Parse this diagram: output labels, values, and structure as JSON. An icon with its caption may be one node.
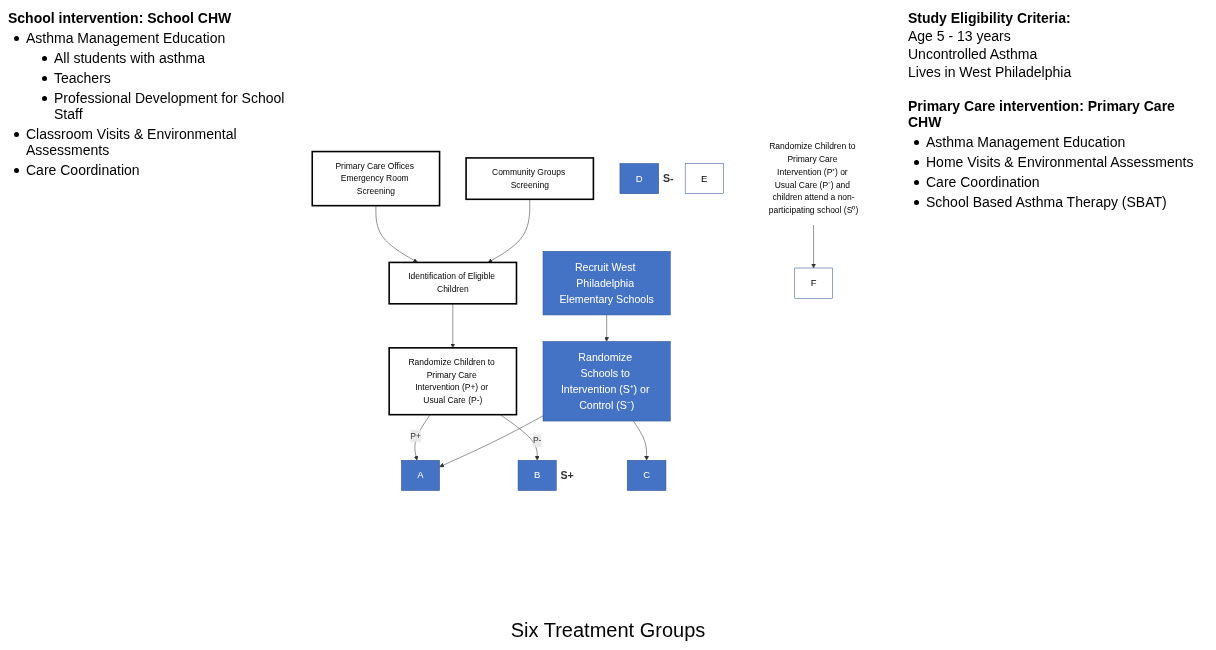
{
  "diagram": {
    "caption": "Six Treatment Groups",
    "nodes": [
      {
        "text": [
          "Primary Care Offices Emergency Room Screening"
        ]
      },
      {
        "text": [
          "Community Groups Screening"
        ]
      },
      {
        "text": [
          "Identification of Eligible Children"
        ]
      },
      {
        "text": [
          "Randomize Children to Primary Care Intervention (P+) or Usual Care (P-)"
        ]
      },
      {
        "text": [
          "Recruit West Philadelphia Elementary Schools"
        ]
      },
      {
        "text": [
          "Randomize Schools to Intervention (S⁺) or Control (S⁻)"
        ]
      },
      {
        "text": [
          "A"
        ]
      },
      {
        "text": [
          "B"
        ],
        "beside": [
          "S+"
        ]
      },
      {
        "text": [
          "C"
        ]
      },
      {
        "text": [
          "D"
        ],
        "beside": [
          "S-"
        ]
      },
      {
        "text": [
          "E"
        ]
      },
      {
        "text": [
          "F"
        ]
      },
      {
        "text": [
          "Randomize Children to Primary Care Intervention (P⁺) or Usual Care (P⁻) and children attend a non-participating school (S⁰)"
        ]
      }
    ],
    "edges": [
      {
        "from": 0,
        "to": 2,
        "arrow": "to"
      },
      {
        "from": 1,
        "to": 2,
        "arrow": "to"
      },
      {
        "from": 2,
        "to": 3,
        "arrow": "to"
      },
      {
        "from": 3,
        "to": 6,
        "arrow": "to",
        "label": "P+"
      },
      {
        "from": 3,
        "to": 7,
        "arrow": "to",
        "label": "P-"
      },
      {
        "from": 4,
        "to": 5,
        "arrow": "to"
      },
      {
        "from": 5,
        "to": 6,
        "arrow": "to"
      },
      {
        "from": 5,
        "to": 8,
        "arrow": "to"
      },
      {
        "from": 12,
        "to": 11,
        "arrow": "to"
      }
    ],
    "labels": [
      "Study Eligibility Criteria:",
      "Age 5 - 13 years",
      "Uncontrolled Asthma",
      "Lives in West Philadelphia",
      "School intervention: School CHW",
      "Asthma Management Education",
      "All students with asthma",
      "Teachers",
      "Professional Development for School Staff",
      "Classroom Visits & Environmental Assessments",
      "Care Coordination",
      "Primary Care intervention: Primary Care CHW",
      "Asthma Management Education",
      "Home Visits & Environmental Assessments",
      "Care Coordination",
      "School Based Asthma Therapy (SBAT)"
    ]
  }
}
